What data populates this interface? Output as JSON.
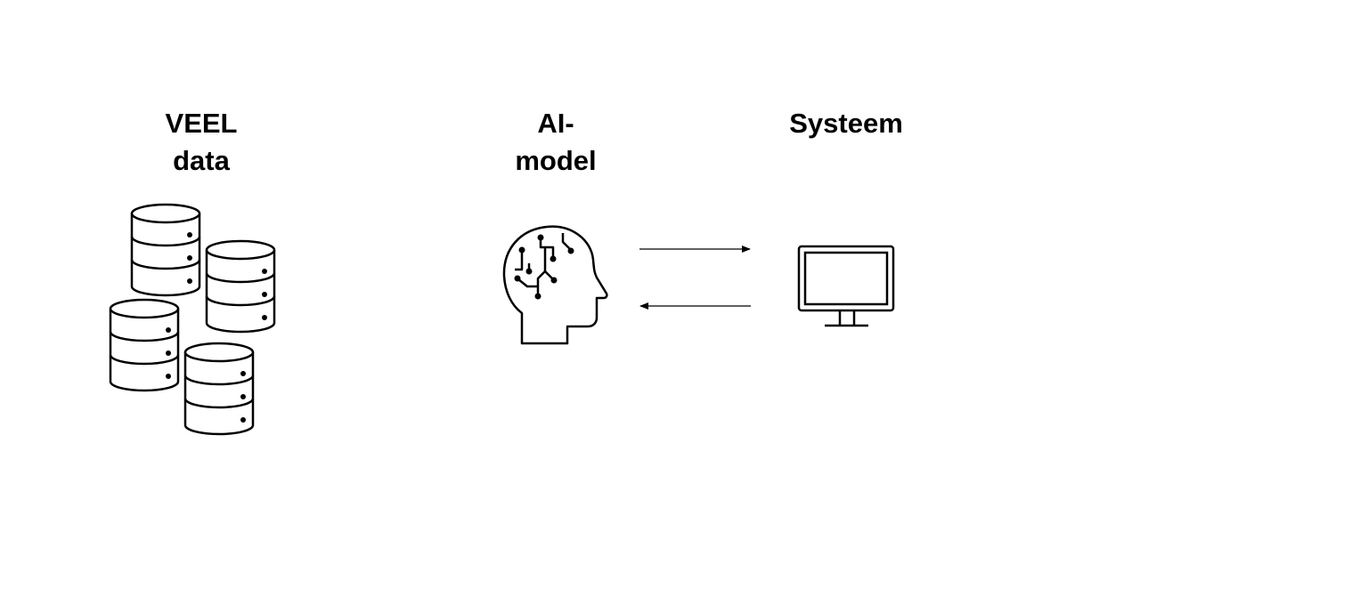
{
  "nodes": {
    "data_source": {
      "label_line1": "VEEL",
      "label_line2": "data",
      "icon": "database-stack-icon"
    },
    "ai_model": {
      "label_line1": "AI-",
      "label_line2": "model",
      "icon": "ai-brain-head-icon"
    },
    "system": {
      "label": "Systeem",
      "icon": "computer-monitor-icon"
    }
  },
  "edges": [
    {
      "from": "ai_model",
      "to": "system",
      "style": "arrow"
    },
    {
      "from": "system",
      "to": "ai_model",
      "style": "arrow"
    }
  ],
  "colors": {
    "stroke": "#000000",
    "background": "#ffffff"
  }
}
